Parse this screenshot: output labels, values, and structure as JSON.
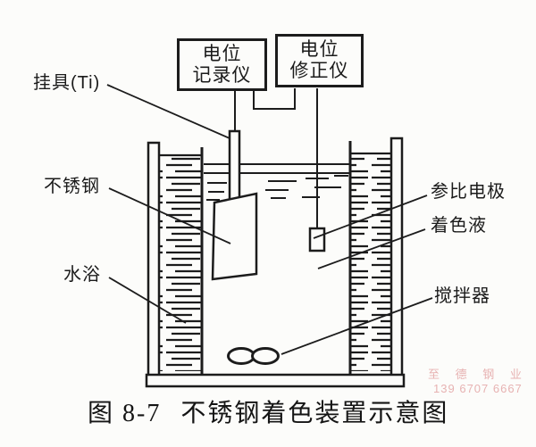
{
  "figure": {
    "caption_prefix": "图 8-7",
    "caption_title": "不锈钢着色装置示意图"
  },
  "instruments": {
    "recorder": {
      "line1": "电位",
      "line2": "记录仪"
    },
    "corrector": {
      "line1": "电位",
      "line2": "修正仪"
    }
  },
  "labels": {
    "hanger": "挂具(Ti)",
    "steel": "不锈钢",
    "water_bath": "水浴",
    "ref_electrode": "参比电极",
    "coloring_solution": "着色液",
    "stirrer": "搅拌器"
  },
  "watermark": {
    "line1": "至 德 钢 业",
    "line2": "139 6707 6667",
    "color": "#e09a9a"
  },
  "colors": {
    "ink": "#1c1c1c",
    "paper": "#fcfcfa"
  }
}
